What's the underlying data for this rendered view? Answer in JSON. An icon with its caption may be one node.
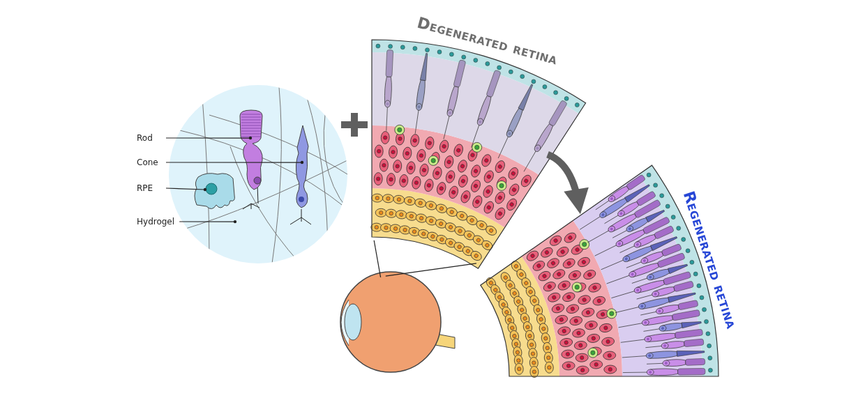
{
  "diagram": {
    "nodes": [
      {
        "text": [
          "Rod"
        ]
      },
      {
        "text": [
          "Cone"
        ]
      },
      {
        "text": [
          "RPE"
        ]
      },
      {
        "text": [
          "Hydrogel"
        ]
      },
      {
        "text": [],
        "shape": "circle"
      },
      {
        "text": [],
        "shape": "picture",
        "in": 4
      },
      {
        "text": [],
        "shape": "picture",
        "in": 4
      },
      {
        "text": [],
        "shape": "picture",
        "in": 4
      },
      {
        "text": [
          "Degenerated retina"
        ]
      },
      {
        "text": [],
        "shape": "picture"
      },
      {
        "text": [
          "Regenerated retina"
        ]
      }
    ],
    "edges": [
      {
        "from": 0,
        "to": 5,
        "arrow": "other"
      },
      {
        "from": 1,
        "to": 6,
        "arrow": "other"
      },
      {
        "from": 2,
        "to": 7,
        "arrow": "other"
      },
      {
        "from": 3,
        "to": 4,
        "arrow": "other"
      },
      {
        "from": 9,
        "to": 8,
        "arrow": "none"
      },
      {
        "from": 9,
        "to": 8,
        "arrow": "none"
      },
      {
        "from": 8,
        "to": 10,
        "arrow": "to",
        "style": "thick",
        "color": "#5f5f5f"
      }
    ]
  }
}
